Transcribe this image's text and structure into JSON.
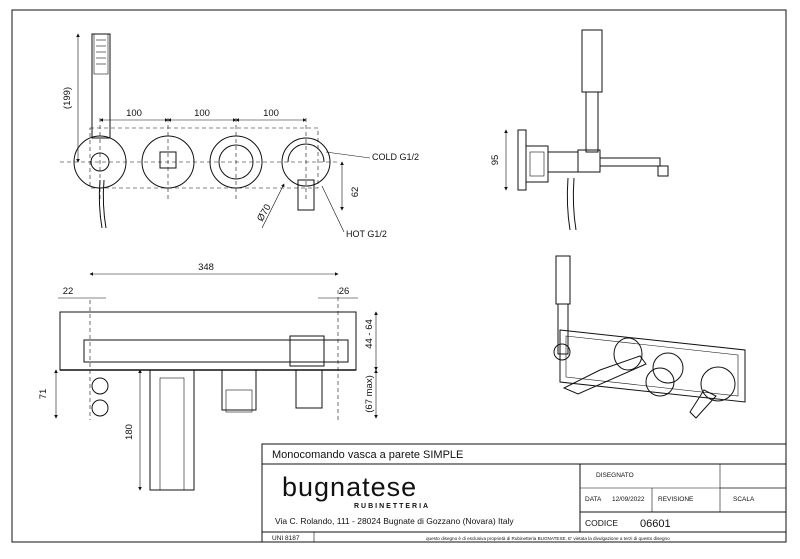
{
  "drawing": {
    "top_view": {
      "dims": {
        "height_handshower": "(199)",
        "spacing_1": "100",
        "spacing_2": "100",
        "spacing_3": "100",
        "diameter": "Ø70",
        "offset": "62"
      },
      "callouts": {
        "cold": "COLD G1/2",
        "hot": "HOT G1/2"
      }
    },
    "side_view": {
      "dims": {
        "height": "95"
      }
    },
    "section_view": {
      "dims": {
        "total_width": "348",
        "left_offset": "22",
        "right_offset": "26",
        "depth": "44 - 64",
        "spout_height": "180",
        "outlet_height": "71",
        "max_depth": "(67 max)"
      }
    }
  },
  "title_block": {
    "title": "Monocomando vasca a parete SIMPLE",
    "brand": "bugnatese",
    "brand_sub": "RUBINETTERIA",
    "address": "Via C. Rolando, 111 - 28024 Bugnate di Gozzano (Novara) Italy",
    "disegnato_label": "DISEGNATO",
    "data_label": "DATA",
    "data_value": "12/09/2022",
    "revisione_label": "REVISIONE",
    "scala_label": "SCALA",
    "codice_label": "CODICE",
    "codice_value": "06601",
    "uni": "UNI 8187",
    "footer": "questo disegno è di esclusiva proprietà di Rubinetteria BUGNATESE. E' vietata la divulgazione a terzi di questo disegno"
  }
}
